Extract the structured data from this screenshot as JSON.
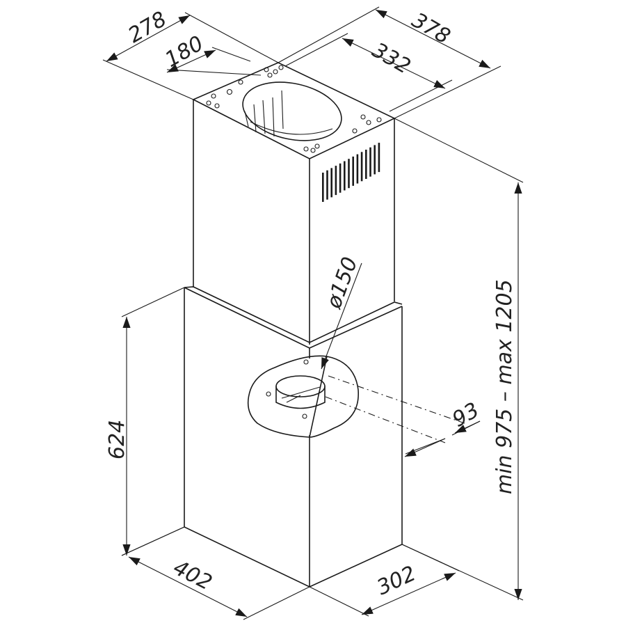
{
  "dimensions": {
    "top_depth": "278",
    "top_depth_inner": "180",
    "top_width": "378",
    "top_width_inner": "332",
    "duct_diameter": "ø150",
    "lower_height": "624",
    "offset": "93",
    "total_height": "min 975 – max 1205",
    "base_depth": "402",
    "base_width": "302"
  }
}
